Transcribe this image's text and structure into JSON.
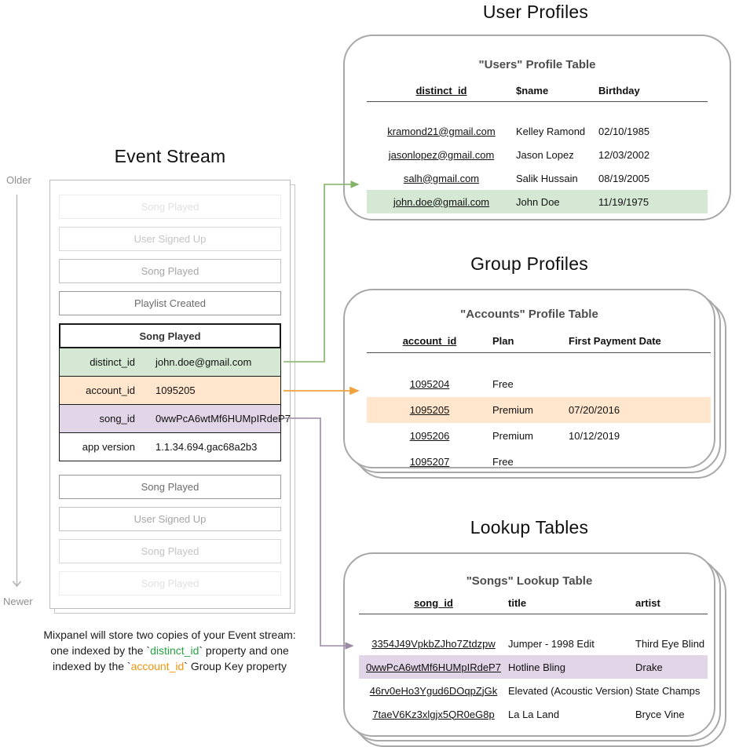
{
  "colors": {
    "green_fill": "#d5e8d4",
    "green_stroke": "#82b366",
    "orange_fill": "#ffe6cc",
    "orange_stroke": "#f0a23c",
    "purple_fill": "#e1d5e7",
    "purple_stroke": "#9b8aa5",
    "caption_green": "#27a245",
    "caption_orange": "#f2950f",
    "card_border": "#a8a8a8"
  },
  "event_stream": {
    "title": "Event Stream",
    "older_label": "Older",
    "newer_label": "Newer",
    "events_before": [
      {
        "label": "Song Played",
        "fade": 1
      },
      {
        "label": "User Signed Up",
        "fade": 2
      },
      {
        "label": "Song Played",
        "fade": 3
      },
      {
        "label": "Playlist Created",
        "fade": 4
      }
    ],
    "active_event": {
      "title": "Song Played",
      "properties": [
        {
          "key": "distinct_id",
          "value": "john.doe@gmail.com",
          "highlight": "green"
        },
        {
          "key": "account_id",
          "value": "1095205",
          "highlight": "orange"
        },
        {
          "key": "song_id",
          "value": "0wwPcA6wtMf6HUMpIRdeP7",
          "highlight": "purple"
        },
        {
          "key": "app version",
          "value": "1.1.34.694.gac68a2b3",
          "highlight": "none"
        }
      ]
    },
    "events_after": [
      {
        "label": "Song Played",
        "fade": 4
      },
      {
        "label": "User Signed Up",
        "fade": 3
      },
      {
        "label": "Song Played",
        "fade": 2
      },
      {
        "label": "Song Played",
        "fade": 1
      }
    ]
  },
  "caption_lines": [
    [
      {
        "t": "Mixpanel will store two copies of your Event stream:"
      }
    ],
    [
      {
        "t": "one indexed by the `"
      },
      {
        "t": "distinct_id",
        "c": "green"
      },
      {
        "t": "` property and one"
      }
    ],
    [
      {
        "t": "indexed by the `"
      },
      {
        "t": "account_id",
        "c": "orange"
      },
      {
        "t": "` Group Key property"
      }
    ]
  ],
  "user_profiles": {
    "section_title": "User Profiles",
    "card_heading": "\"Users\" Profile Table",
    "columns": [
      "distinct_id",
      "$name",
      "Birthday"
    ],
    "rows": [
      {
        "cells": [
          "kramond21@gmail.com",
          "Kelley Ramond",
          "02/10/1985"
        ],
        "highlight": "none"
      },
      {
        "cells": [
          "jasonlopez@gmail.com",
          "Jason Lopez",
          "12/03/2002"
        ],
        "highlight": "none"
      },
      {
        "cells": [
          "salh@gmail.com",
          "Salik Hussain",
          "08/19/2005"
        ],
        "highlight": "none"
      },
      {
        "cells": [
          "john.doe@gmail.com",
          "John Doe",
          "11/19/1975"
        ],
        "highlight": "green"
      }
    ]
  },
  "group_profiles": {
    "section_title": "Group Profiles",
    "card_heading": "\"Accounts\" Profile Table",
    "columns": [
      "account_id",
      "Plan",
      "First Payment Date"
    ],
    "rows": [
      {
        "cells": [
          "1095204",
          "Free",
          ""
        ],
        "highlight": "none"
      },
      {
        "cells": [
          "1095205",
          "Premium",
          "07/20/2016"
        ],
        "highlight": "orange"
      },
      {
        "cells": [
          "1095206",
          "Premium",
          "10/12/2019"
        ],
        "highlight": "none"
      },
      {
        "cells": [
          "1095207",
          "Free",
          ""
        ],
        "highlight": "none"
      }
    ]
  },
  "lookup_tables": {
    "section_title": "Lookup Tables",
    "card_heading": "\"Songs\" Lookup Table",
    "columns": [
      "song_id",
      "title",
      "artist"
    ],
    "rows": [
      {
        "cells": [
          "3354J49VpkbZJho7Ztdzpw",
          "Jumper - 1998 Edit",
          "Third Eye Blind"
        ],
        "highlight": "none"
      },
      {
        "cells": [
          "0wwPcA6wtMf6HUMpIRdeP7",
          "Hotline Bling",
          "Drake"
        ],
        "highlight": "purple"
      },
      {
        "cells": [
          "46rv0eHo3Ygud6DOqpZjGk",
          "Elevated (Acoustic Version)",
          "State Champs"
        ],
        "highlight": "none"
      },
      {
        "cells": [
          "7taeV6Kz3xlgjx5QR0eG8p",
          "La La Land",
          "Bryce Vine"
        ],
        "highlight": "none"
      }
    ]
  }
}
